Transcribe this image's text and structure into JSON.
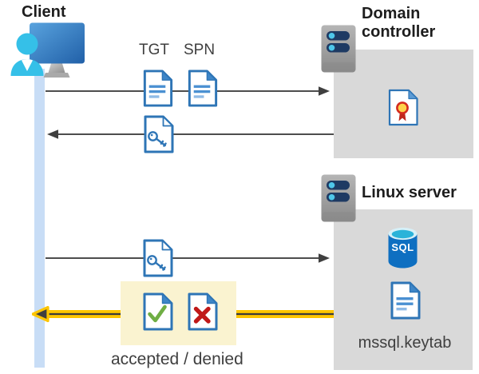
{
  "client": {
    "label": "Client"
  },
  "domain_controller": {
    "label": "Domain controller"
  },
  "linux_server": {
    "label": "Linux server",
    "sql_badge": "SQL",
    "keytab_filename": "mssql.keytab"
  },
  "flow": {
    "tgt_label": "TGT",
    "spn_label": "SPN",
    "result_label": "accepted / denied"
  },
  "icons": {
    "client": "monitor-with-user-icon",
    "server": "server-rack-icon",
    "tgt_ticket": "document-icon",
    "spn_ticket": "document-icon",
    "service_ticket": "key-document-icon",
    "certificate": "certificate-document-icon",
    "database": "sql-database-icon",
    "keytab_file": "document-icon",
    "accepted": "check-document-icon",
    "denied": "x-document-icon"
  },
  "colors": {
    "doc_blue": "#2e75b6",
    "panel_gray": "#d9d9d9",
    "lifeline_blue": "#c8ddf6",
    "highlight_yellow": "#faf3d0",
    "arrow_yellow": "#fdc500",
    "arrow_gray": "#4d4d4d",
    "check_green": "#6fae44",
    "deny_red": "#c01818",
    "person_cyan": "#35c0e8"
  }
}
